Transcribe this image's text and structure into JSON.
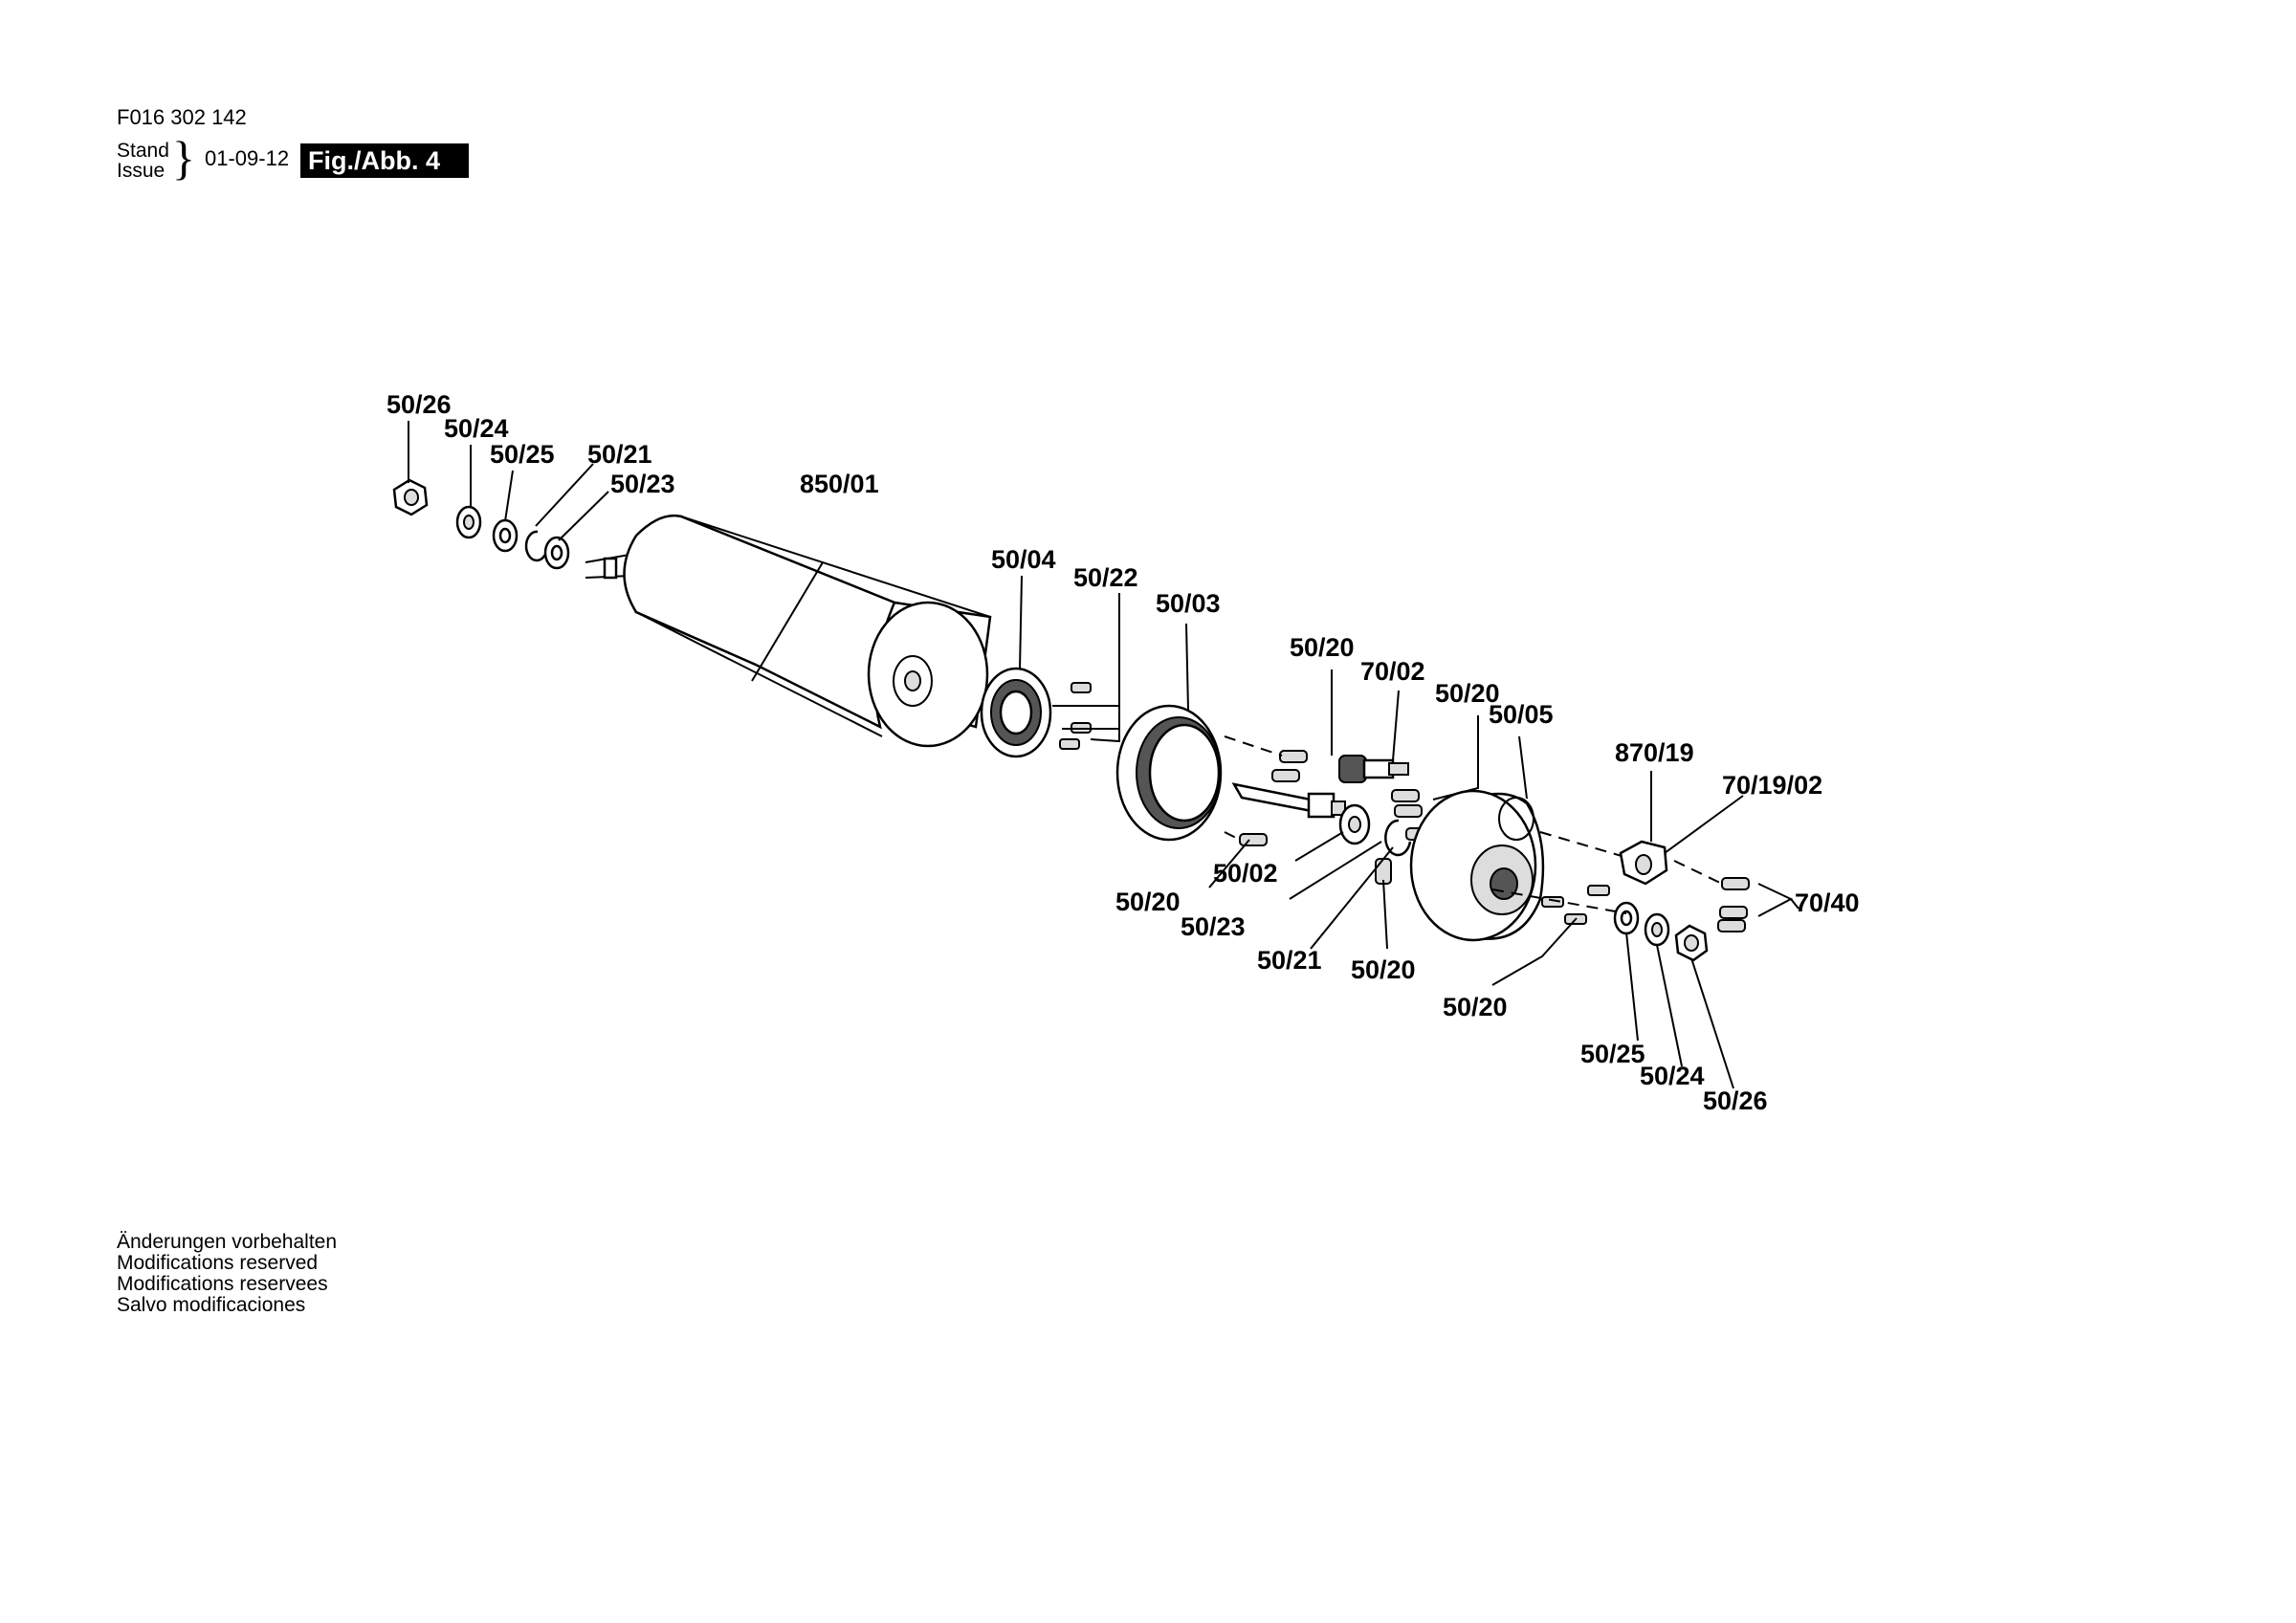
{
  "header": {
    "doc_number": "F016 302 142",
    "stand_label": "Stand",
    "issue_label": "Issue",
    "issue_date": "01-09-12",
    "figure_label": "Fig./Abb. 4"
  },
  "notes": [
    "Änderungen vorbehalten",
    "Modifications reserved",
    "Modifications reservees",
    "Salvo modificaciones"
  ],
  "callouts": [
    "50/26",
    "50/24",
    "50/25",
    "50/21",
    "50/23",
    "850/01",
    "50/04",
    "50/22",
    "50/03",
    "50/20",
    "70/02",
    "50/20",
    "50/05",
    "870/19",
    "70/19/02",
    "70/40",
    "50/20",
    "50/02",
    "50/23",
    "50/21",
    "50/20",
    "50/20",
    "50/25",
    "50/24",
    "50/26"
  ]
}
